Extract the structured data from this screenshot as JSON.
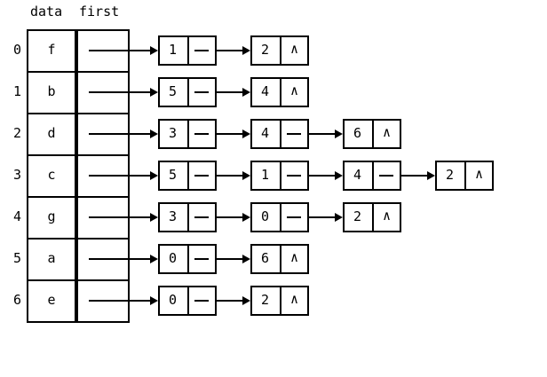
{
  "diagram": {
    "type": "hash-table-with-chaining",
    "headers": {
      "data": "data",
      "first": "first"
    },
    "nil_symbol": "∧",
    "rows": [
      {
        "index": "0",
        "data": "f",
        "chain": [
          "1",
          "2"
        ]
      },
      {
        "index": "1",
        "data": "b",
        "chain": [
          "5",
          "4"
        ]
      },
      {
        "index": "2",
        "data": "d",
        "chain": [
          "3",
          "4",
          "6"
        ]
      },
      {
        "index": "3",
        "data": "c",
        "chain": [
          "5",
          "1",
          "4",
          "2"
        ]
      },
      {
        "index": "4",
        "data": "g",
        "chain": [
          "3",
          "0",
          "2"
        ]
      },
      {
        "index": "5",
        "data": "a",
        "chain": [
          "0",
          "6"
        ]
      },
      {
        "index": "6",
        "data": "e",
        "chain": [
          "0",
          "2"
        ]
      }
    ]
  }
}
